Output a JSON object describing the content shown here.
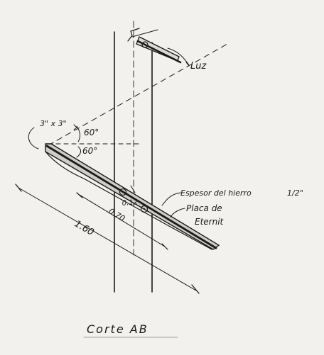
{
  "labels": {
    "luz": "Luz",
    "angle_section": "3\" x 3\"",
    "angle_upper": "60°",
    "angle_lower": "60°",
    "espesor": "Espesor del hierro",
    "espesor_value": "1/2\"",
    "placa_line1": "Placa de",
    "placa_line2": "Eternit",
    "dim_012": "0.12",
    "dim_070": "0.70",
    "dim_160": "1.60",
    "title": "Corte AB"
  },
  "colors": {
    "ink": "#1a1a1a",
    "paper": "#f2f1ee"
  }
}
